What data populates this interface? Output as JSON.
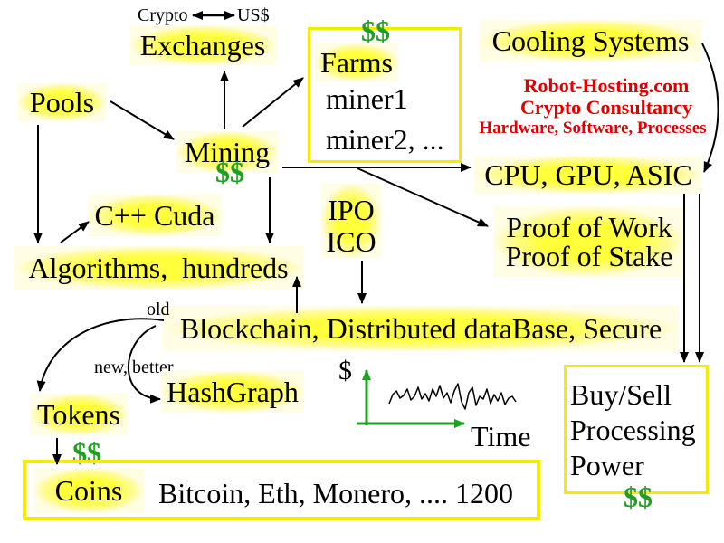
{
  "exchange_pair": {
    "from": "Crypto",
    "to": "US$"
  },
  "nodes": {
    "exchanges": "Exchanges",
    "farms": {
      "title": "Farms",
      "miners": [
        "miner1",
        "miner2, ..."
      ]
    },
    "cooling": "Cooling Systems",
    "pools": "Pools",
    "mining": "Mining",
    "hardware": "CPU, GPU, ASIC",
    "languages": "C++ Cuda",
    "offerings": [
      "IPO",
      "ICO"
    ],
    "consensus": [
      "Proof of Work",
      "Proof of Stake"
    ],
    "algorithms": "Algorithms,  hundreds",
    "blockchain": "Blockchain, Distributed dataBase, Secure",
    "hashgraph": "HashGraph",
    "tokens": "Tokens",
    "coins": {
      "title": "Coins",
      "examples": "Bitcoin, Eth, Monero, .... 1200"
    },
    "market": [
      "Buy/Sell",
      "Processing",
      "Power"
    ]
  },
  "edge_labels": {
    "old": "old",
    "new": "new, better"
  },
  "money": {
    "farms": "$$",
    "mining": "$$",
    "tokens": "$$",
    "market": "$$"
  },
  "promo": [
    "Robot-Hosting.com",
    "Crypto Consultancy",
    "Hardware, Software, Processes"
  ],
  "price_sketch": {
    "y_label": "$",
    "x_label": "Time"
  },
  "colors": {
    "label_fill": "#ffff3c",
    "frame": "#f3ec00",
    "money": "#1fa01f",
    "promo_text": "#e00000",
    "axis": "#1fa01f",
    "ink": "#000000"
  }
}
